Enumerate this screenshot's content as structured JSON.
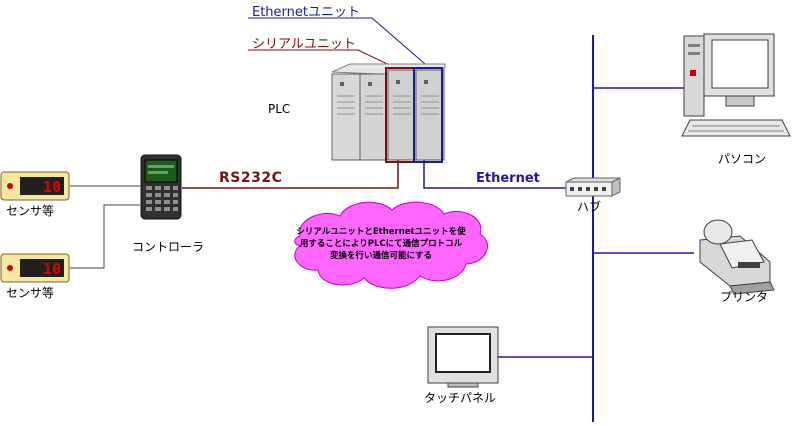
{
  "labels": {
    "ethernet_unit": "Ethernetユニット",
    "serial_unit": "シリアルユニット",
    "plc": "PLC",
    "rs232c": "RS232C",
    "ethernet": "Ethernet",
    "hub": "ハブ",
    "controller": "コントローラ",
    "sensor_1": "センサ等",
    "sensor_2": "センサ等",
    "pc": "パソコン",
    "printer": "プリンタ",
    "touch_panel": "タッチパネル"
  },
  "cloud": {
    "line1": "シリアルユニットとEthernetユニットを使",
    "line2": "用することによりPLCにて通信プロトコル",
    "line3": "変換を行い通信可能にする"
  },
  "sensor_display": "10",
  "colors": {
    "serial_line": "#7a1010",
    "ethernet_line": "#1a1aa0",
    "cloud_fill": "#ff66ff",
    "sensor_body": "#f4e8a0",
    "sensor_display": "#c00000"
  }
}
